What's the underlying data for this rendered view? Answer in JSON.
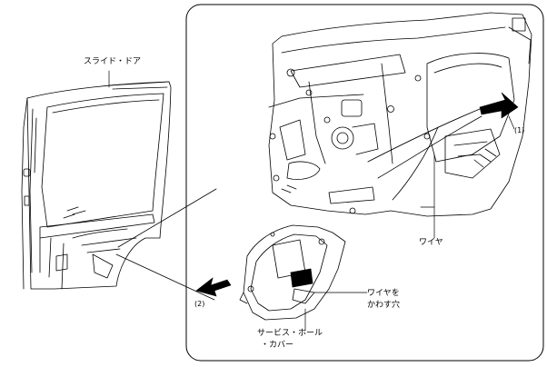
{
  "labels": {
    "slide_door": "スライド・ドア",
    "wire": "ワイヤ",
    "wire_hole_line1": "ワイヤを",
    "wire_hole_line2": "かわす穴",
    "cover_line1": "サービス・ホール",
    "cover_line2": "・カバー",
    "step1": "(1)",
    "step2": "(2)"
  },
  "colors": {
    "line": "#000000",
    "background": "#ffffff"
  },
  "icons": {
    "pull_arrow": "arrow-icon"
  }
}
